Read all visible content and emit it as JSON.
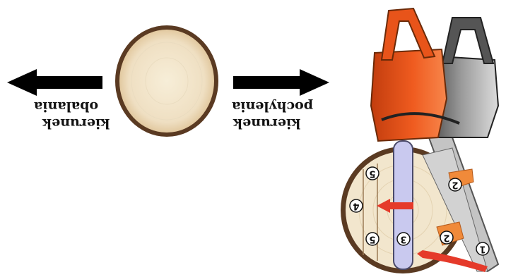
{
  "labels": {
    "felling_direction_word1": "kierunek",
    "felling_direction_word2": "obalania",
    "lean_direction_word1": "kierunek",
    "lean_direction_word2": "pochylenia"
  },
  "cut_numbers": {
    "n1": "1",
    "n2a": "2",
    "n2b": "2",
    "n3": "3",
    "n4": "4",
    "n5a": "5",
    "n5b": "5"
  },
  "colors": {
    "saw_orange": "#e8541a",
    "saw_gray": "#6b6b6b",
    "bar_blue": "#c9c9ef",
    "bar_gray": "#c4c4c4",
    "wood": "#f2e6cd",
    "bark": "#5a3a22",
    "arrow_red": "#e53a2a",
    "wedge_orange": "#f08a3a"
  },
  "icons": [
    "left-arrow-icon",
    "right-arrow-icon",
    "log-cross-section-icon",
    "chainsaw-orange-icon",
    "chainsaw-gray-icon"
  ]
}
